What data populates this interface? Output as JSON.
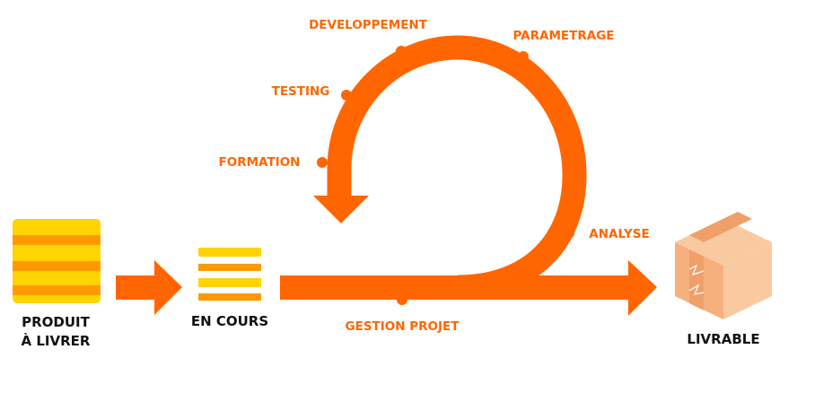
{
  "colors": {
    "accent": "#ff6600",
    "yellow": "#ffd400",
    "orange_stripe": "#ff9900",
    "box_light": "#f9c9a0",
    "box_mid": "#f5b07e",
    "box_dark": "#efa06a",
    "text_dark": "#111111"
  },
  "stages": {
    "source": {
      "line1": "PRODUIT",
      "line2": "À LIVRER",
      "icon": "striped-stack-icon"
    },
    "in_progress": {
      "label": "EN COURS",
      "icon": "list-stack-icon"
    },
    "deliverable": {
      "label": "LIVRABLE",
      "icon": "cardboard-box-icon"
    }
  },
  "cycle_steps": {
    "developpement": "DEVELOPPEMENT",
    "parametrage": "PARAMETRAGE",
    "testing": "TESTING",
    "formation": "FORMATION",
    "analyse": "ANALYSE",
    "gestion_projet": "GESTION PROJET"
  }
}
